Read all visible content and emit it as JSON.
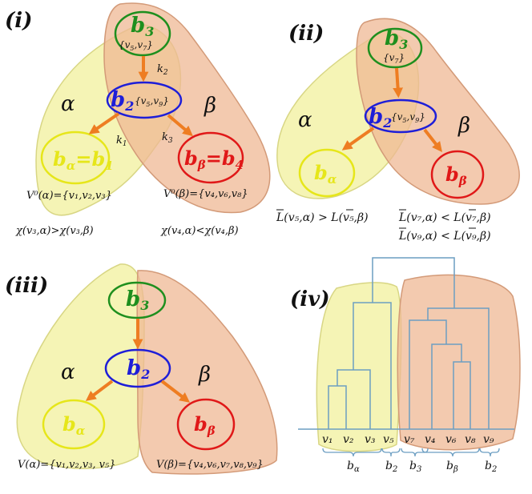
{
  "colors": {
    "yellow_fill": "#f3f2a8",
    "yellow_stroke": "#d8d684",
    "salmon_fill": "#efb894",
    "salmon_stroke": "#d39a78",
    "overlap_fill": "#d6b67c",
    "green": "#1e8f1e",
    "blue": "#1e1ed8",
    "yellow_node": "#e6e61a",
    "red": "#e01818",
    "arrow": "#ee7d22",
    "dendro": "#6c9ec2"
  },
  "panels": {
    "p1": {
      "label": "(i)",
      "alpha": "α",
      "beta": "β",
      "b3": {
        "main": "b",
        "sub": "3",
        "set": "{v",
        "set_s1": "5",
        "set_mid": ",v",
        "set_s2": "7",
        "set_end": "}"
      },
      "b2": {
        "main": "b",
        "sub": "2",
        "set": "{v",
        "set_s1": "5",
        "set_mid": ",v",
        "set_s2": "9",
        "set_end": "}"
      },
      "ba": {
        "b": "b",
        "a": "α",
        "eq": "=b",
        "one": "1"
      },
      "bb": {
        "b": "b",
        "a": "β",
        "eq": "=b",
        "four": "4"
      },
      "k2": {
        "k": "k",
        "s": "2"
      },
      "k1": {
        "k": "k",
        "s": "1"
      },
      "k3": {
        "k": "k",
        "s": "3"
      },
      "v0a": "V⁰(α)={v₁,v₂,v₃}",
      "v0b": "V⁰(β)={v₄,v₆,v₈}",
      "chi_a": "χ(v₃,α)>χ(v₃,β)",
      "chi_b": "χ(v₄,α)<χ(v₄,β)"
    },
    "p2": {
      "label": "(ii)",
      "alpha": "α",
      "beta": "β",
      "b3": {
        "main": "b",
        "sub": "3",
        "set": "{v",
        "set_s1": "7",
        "set_end": "}"
      },
      "b2": {
        "main": "b",
        "sub": "2",
        "set": "{v",
        "set_s1": "5",
        "set_mid": ",v",
        "set_s2": "9",
        "set_end": "}"
      },
      "ba": {
        "b": "b",
        "a": "α"
      },
      "bb": {
        "b": "b",
        "a": "β"
      },
      "ineq1": "L(v₅,α) > L(v₅,β)",
      "ineq2": "L(v₇,α) < L(v₇,β)",
      "ineq3": "L(v₉,α) < L(v₉,β)"
    },
    "p3": {
      "label": "(iii)",
      "alpha": "α",
      "beta": "β",
      "b3": {
        "main": "b",
        "sub": "3"
      },
      "b2": {
        "main": "b",
        "sub": "2"
      },
      "ba": {
        "b": "b",
        "a": "α"
      },
      "bb": {
        "b": "b",
        "a": "β"
      },
      "va": "V(α)={v₁,v₂,v₃, v₅}",
      "vb": "V(β)={v₄,v₆,v₇,v₈,v₉}"
    },
    "p4": {
      "label": "(iv)",
      "leaves": [
        "v₁",
        "v₂",
        "v₃",
        "v₅",
        "v₇",
        "v₄",
        "v₆",
        "v₈",
        "v₉"
      ],
      "groups": [
        "b",
        "b",
        "b",
        "b",
        "b"
      ],
      "group_subs": [
        "α",
        "2",
        "3",
        "β",
        "2"
      ]
    }
  }
}
